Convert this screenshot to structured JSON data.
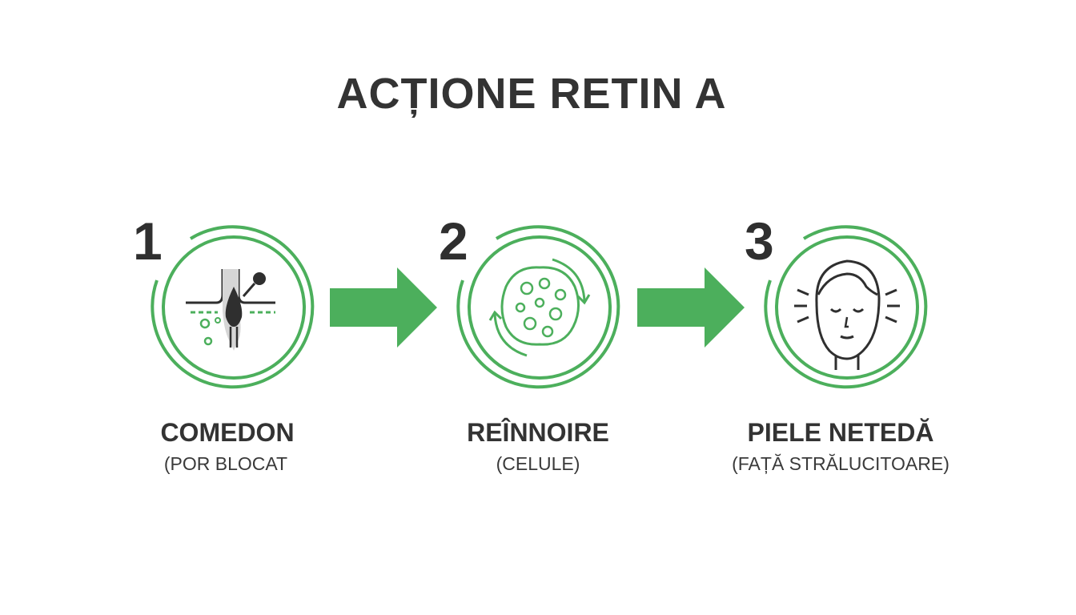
{
  "title": "ACȚIONE RETIN A",
  "colors": {
    "accent": "#4caf5c",
    "text": "#333333",
    "icon": "#2f2f2f"
  },
  "steps": [
    {
      "number": "1",
      "label": "COMEDON",
      "sublabel": "(POR BLOCAT",
      "icon": "clogged-pore-icon"
    },
    {
      "number": "2",
      "label": "REÎNNOIRE",
      "sublabel": "(CELULE)",
      "icon": "cell-renewal-icon"
    },
    {
      "number": "3",
      "label": "PIELE NETEDĂ",
      "sublabel": "(FAȚĂ STRĂLUCITOARE)",
      "icon": "glowing-face-icon"
    }
  ]
}
